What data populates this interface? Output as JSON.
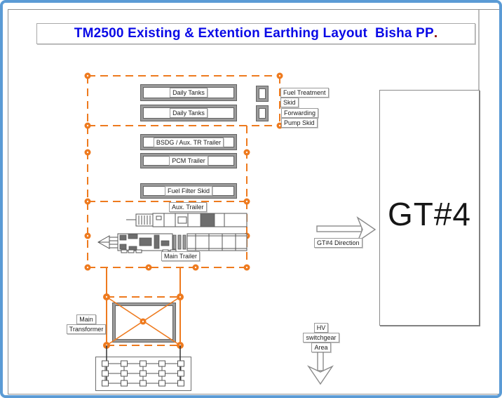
{
  "page": {
    "title": "TM2500 Existing & Extention Earthing Layout  Bisha PP",
    "title_period": "."
  },
  "equipment": {
    "daily_tank_1": "Daily Tanks",
    "daily_tank_2": "Daily Tanks",
    "bsdg_trailer": "BSDG / Aux. TR Trailer",
    "pcm_trailer": "PCM Trailer",
    "fuel_filter_skid": "Fuel Filter Skid"
  },
  "labels": {
    "fuel_treatment_skid": [
      "Fuel Treatment",
      "Skid"
    ],
    "forwarding_pump_skid": [
      "Forwarding",
      "Pump Skid"
    ],
    "aux_trailer": "Aux. Trailer",
    "main_trailer": "Main Trailer",
    "main_transformer": [
      "Main",
      "Transformer"
    ],
    "gt4_direction": "GT#4 Direction",
    "hv_switchgear": [
      "HV",
      "switchgear",
      "Area"
    ],
    "gt4_area": "GT#4"
  },
  "colors": {
    "grid_orange": "#ee7a1e",
    "title_blue": "#0a0ae6",
    "title_period_red": "#8b0000",
    "frame_blue": "#5b9bd5",
    "box_gray": "#9a9a9a",
    "drawing_gray": "#555555"
  }
}
